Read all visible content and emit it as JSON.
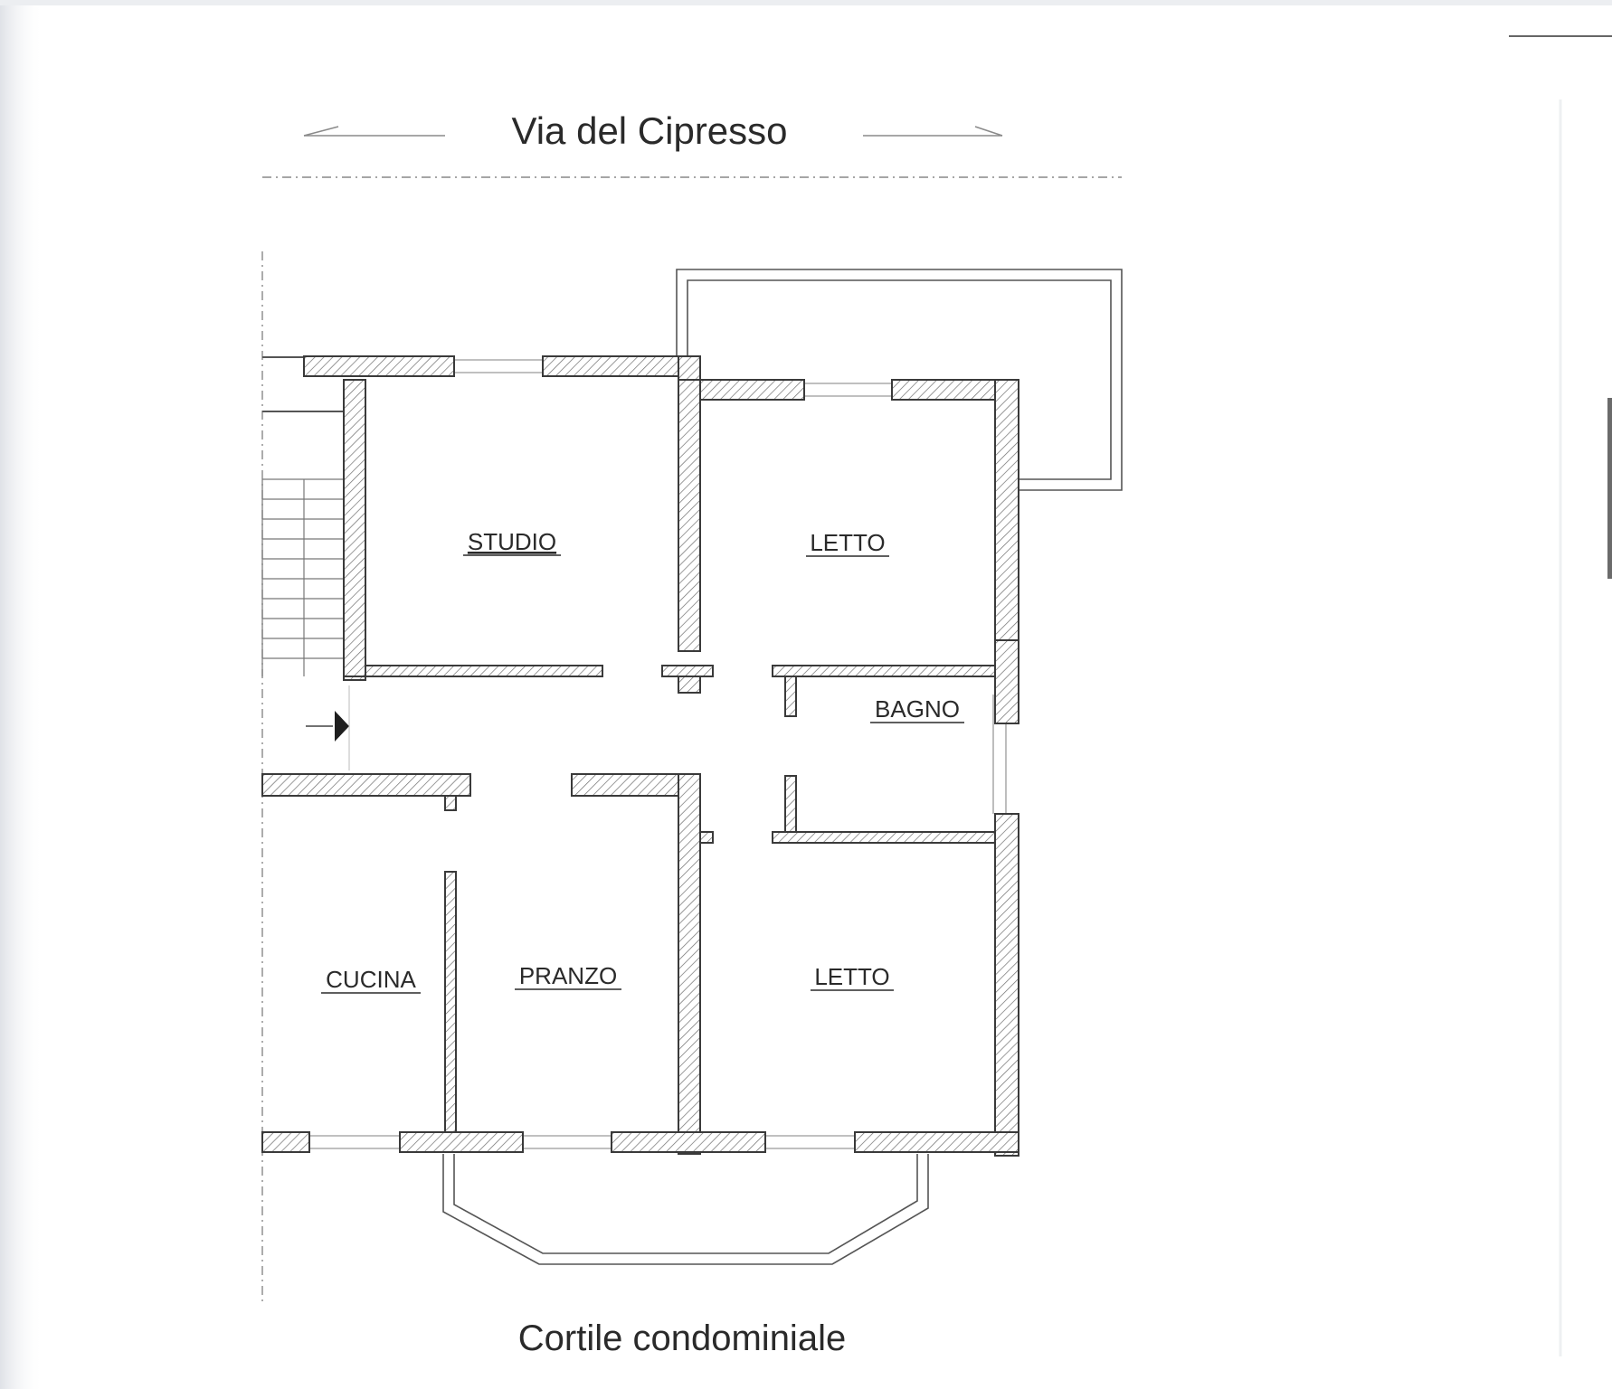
{
  "street_top": "Via del Cipresso",
  "street_bottom": "Cortile condominiale",
  "rooms": {
    "studio": "STUDIO",
    "letto_top": "LETTO",
    "bagno": "BAGNO",
    "cucina": "CUCINA",
    "pranzo": "PRANZO",
    "letto_bottom": "LETTO"
  },
  "colors": {
    "wall_outline": "#3a3a3a",
    "hatch": "#6e6e6e",
    "text": "#2a2a2a",
    "scan_edge": "#e4e6ea"
  },
  "icons": {
    "entrance": "entrance-arrow-icon"
  }
}
